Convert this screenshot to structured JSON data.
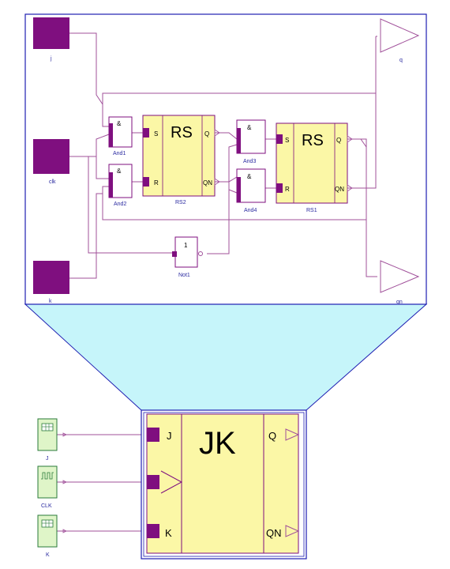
{
  "colors": {
    "wire": "#a0509a",
    "port": "#7f0f7f",
    "frame": "#1f1fb2",
    "block_fill": "#fbf7a6",
    "cyan": "#c6f5fa",
    "label_blue": "#2a2aa0"
  },
  "top_circuit": {
    "inputs": {
      "j": "j",
      "clk": "clk",
      "k": "k"
    },
    "outputs": {
      "q": "q",
      "qn": "qn"
    },
    "and1": {
      "sym": "&",
      "name": "And1"
    },
    "and2": {
      "sym": "&",
      "name": "And2"
    },
    "and3": {
      "sym": "&",
      "name": "And3"
    },
    "and4": {
      "sym": "&",
      "name": "And4"
    },
    "not1": {
      "sym": "1",
      "name": "Not1"
    },
    "rs2": {
      "title": "RS",
      "s": "S",
      "r": "R",
      "q": "Q",
      "qn": "QN",
      "name": "RS2"
    },
    "rs1": {
      "title": "RS",
      "s": "S",
      "r": "R",
      "q": "Q",
      "qn": "QN",
      "name": "RS1"
    }
  },
  "bottom_circuit": {
    "inputs": {
      "j": "J",
      "clk": "CLK",
      "k": "K"
    },
    "jk": {
      "title": "JK",
      "j": "J",
      "k": "K",
      "q": "Q",
      "qn": "QN"
    }
  }
}
